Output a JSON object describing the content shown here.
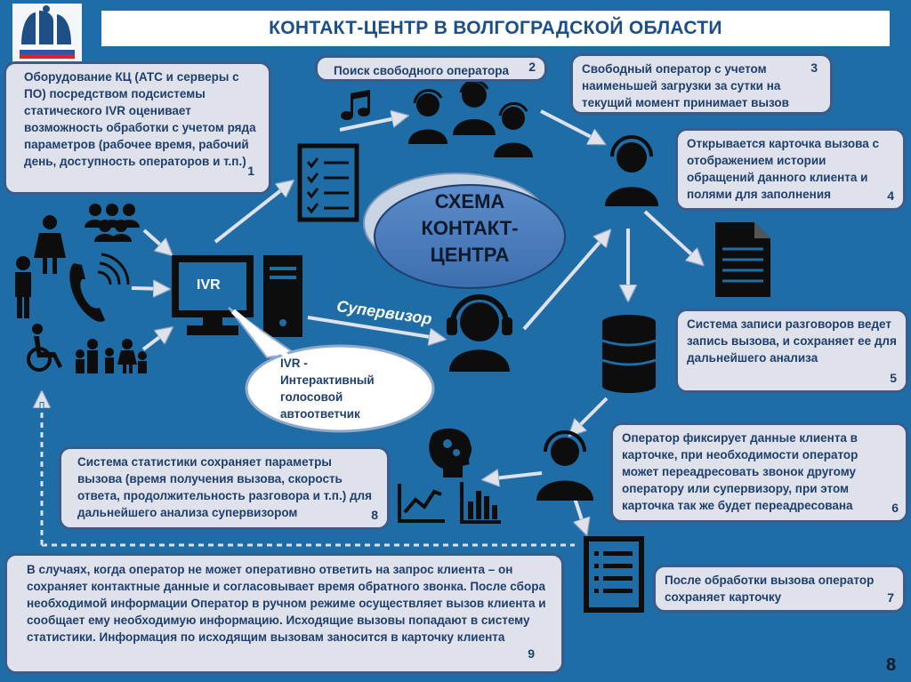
{
  "title": "КОНТАКТ-ЦЕНТР В ВОЛГОГРАДСКОЙ ОБЛАСТИ",
  "center_label": [
    "СХЕМА",
    "КОНТАКТ-",
    "ЦЕНТРА"
  ],
  "ivr_screen_label": "IVR",
  "ivr_callout": [
    "IVR -",
    "Интерактивный",
    "голосовой",
    "автоответчик"
  ],
  "supervisor_label": "Супервизор",
  "page_number": "8",
  "boxes": [
    {
      "num": "1",
      "text": "Оборудование КЦ (АТС и серверы с ПО) посредством подсистемы статического IVR оценивает возможность обработки с учетом ряда параметров (рабочее время, рабочий день, доступность операторов и т.п.)"
    },
    {
      "num": "2",
      "text": "Поиск свободного оператора"
    },
    {
      "num": "3",
      "text": "Свободный оператор с учетом наименьшей загрузки за сутки на текущий момент принимает вызов"
    },
    {
      "num": "4",
      "text": "Открывается карточка вызова с отображением истории обращений данного клиента и полями для заполнения"
    },
    {
      "num": "5",
      "text": "Система записи разговоров ведет запись вызова, и сохраняет ее для дальнейшего анализа"
    },
    {
      "num": "6",
      "text": "Оператор фиксирует данные клиента в карточке, при необходимости оператор может переадресовать звонок другому оператору или супервизору, при этом карточка так же будет переадресована"
    },
    {
      "num": "7",
      "text": "После обработки вызова оператор сохраняет карточку"
    },
    {
      "num": "8",
      "text": "Система статистики сохраняет параметры вызова (время получения вызова, скорость ответа, продолжительность разговора и т.п.) для дальнейшего анализа супервизором"
    },
    {
      "num": "9",
      "text": "В случаях, когда оператор не может оперативно ответить на запрос клиента – он сохраняет контактные данные и согласовывает время обратного звонка. После сбора необходимой информации Оператор в ручном режиме осуществляет вызов клиента и сообщает ему необходимую информацию. Исходящие вызовы попадают в систему статистики. Информация по исходящим вызовам заносится в карточку клиента"
    }
  ],
  "icons": [
    "logo-icon",
    "music-note-icon",
    "operator-group-icon",
    "operator-icon",
    "checklist-icon",
    "document-icon",
    "database-icon",
    "computer-icon",
    "headset-supervisor-icon",
    "people-icon",
    "phone-icon",
    "wheelchair-icon",
    "family-icon",
    "brain-gears-icon",
    "growth-chart-icon",
    "bar-chart-icon",
    "card-list-icon"
  ],
  "colors": {
    "background": "#1f6da7",
    "box_fill": "#dfe2ea",
    "box_border": "#3b5b8c",
    "box_text": "#1e3f6d",
    "title_text": "#1d4e86",
    "center_fill": "#4a7ab8"
  }
}
